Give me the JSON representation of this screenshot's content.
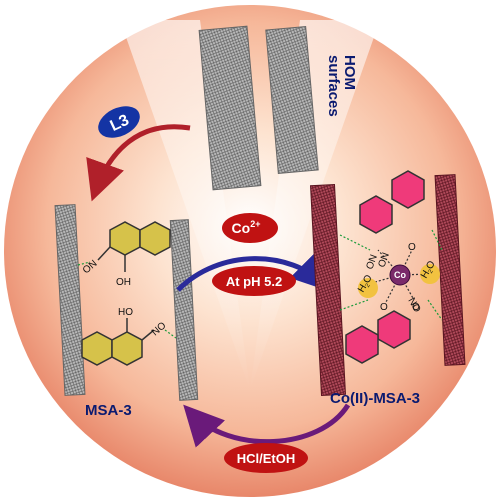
{
  "labels": {
    "hom_line1": "HOM",
    "hom_line2": "surfaces",
    "l3": "L3",
    "co_ion": "Co",
    "co_charge": "2+",
    "ph": "At pH 5.2",
    "msa": "MSA-3",
    "co_msa": "Co(II)-MSA-3",
    "hcl": "HCl/EtOH",
    "center_co": "Co"
  },
  "chem": {
    "on": "ON",
    "oh": "OH",
    "ho": "HO",
    "no": "NO",
    "o": "O",
    "water": "H",
    "water_sub": "2",
    "water_o": "O"
  },
  "colors": {
    "badge_blue": "#1434a4",
    "badge_red": "#c01212",
    "label_navy": "#0a1a70",
    "ring_yellow": "#d6c24a",
    "ring_pink": "#ef3a7a",
    "rod_gray": "#8a8a8a",
    "rod_maroon": "#8a2a3a"
  }
}
